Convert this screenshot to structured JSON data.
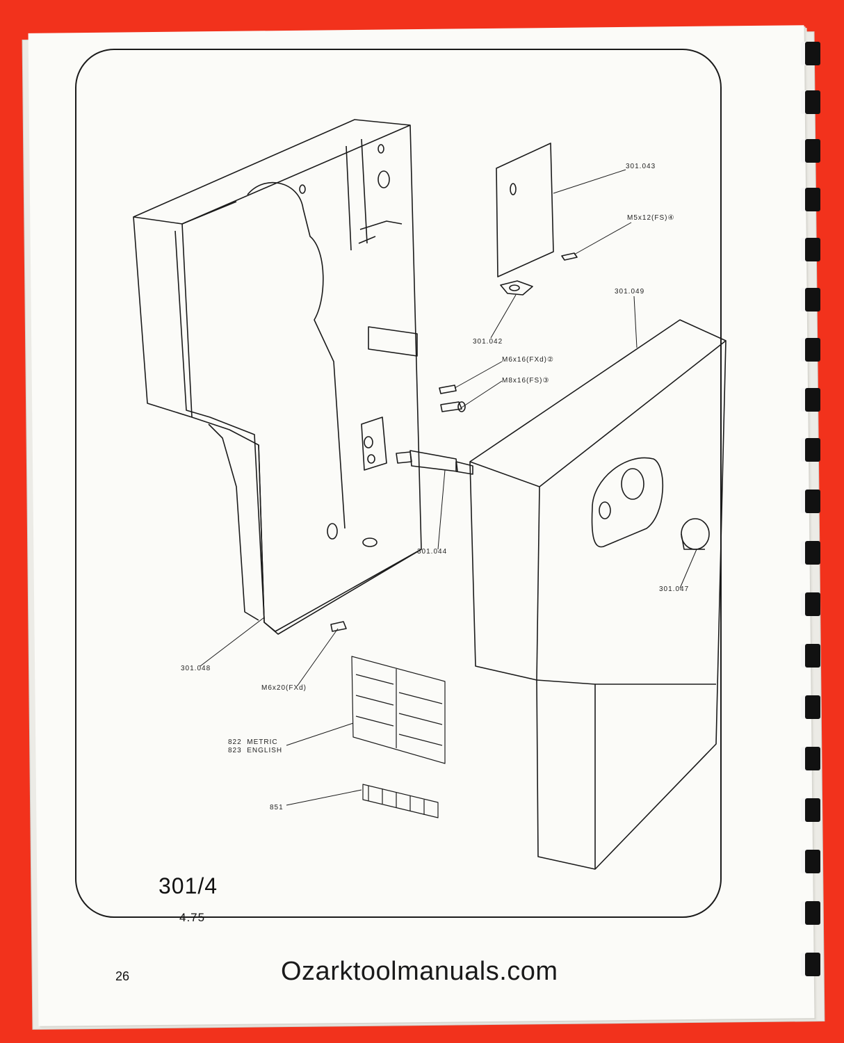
{
  "page": {
    "page_number": "26",
    "model_number": "301/4",
    "model_revision": "4.75",
    "watermark": "Ozarktoolmanuals.com"
  },
  "callouts": {
    "c301043": "301.043",
    "m5x12": "M5x12(FS)④",
    "c301049": "301.049",
    "c301042": "301.042",
    "m6x16fxd": "M6x16(FXd)②",
    "m8x16fs": "M8x16(FS)③",
    "c301044": "301.044",
    "c301047": "301.047",
    "c301048": "301.048",
    "m6x20": "M6x20(FXd)",
    "metric": "822  METRIC\n823  ENGLISH",
    "c851": "851"
  },
  "colors": {
    "background": "#f2321c",
    "paper": "#fbfbf8",
    "ink": "#1a1a1a"
  }
}
